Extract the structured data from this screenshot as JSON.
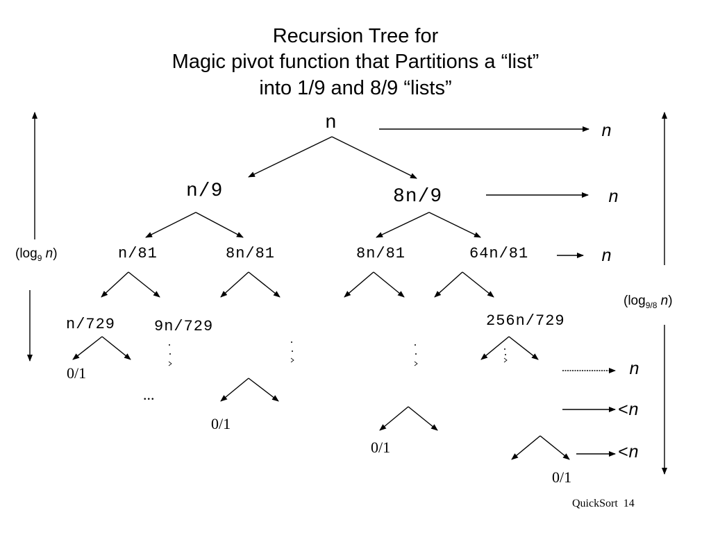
{
  "title": {
    "line1": "Recursion Tree for",
    "line2": "Magic pivot function that Partitions a “list”",
    "line3": "into 1/9 and 8/9 “lists”"
  },
  "nodes": {
    "root": "n",
    "l1_left": "n/9",
    "l1_right": "8n/9",
    "l2_a": "n/81",
    "l2_b": "8n/81",
    "l2_c": "8n/81",
    "l2_d": "64n/81",
    "l3_a": "n/729",
    "l3_b": "9n/729",
    "l3_d": "256n/729"
  },
  "leaves": {
    "leaf1": "0/1",
    "leaf2": "0/1",
    "leaf3": "0/1",
    "leaf4": "0/1",
    "ellipsis": "..."
  },
  "level_sums": {
    "s1": "n",
    "s2": "n",
    "s3": "n",
    "s4": "n",
    "s5": "<n",
    "s6": "<n"
  },
  "depth_labels": {
    "left": {
      "open": "(log",
      "base": "9",
      "var": "n",
      "close": ")"
    },
    "right": {
      "open": "(log",
      "base": "9/8",
      "var": "n",
      "close": ")"
    }
  },
  "footer": {
    "label": "QuickSort",
    "page": "14"
  }
}
